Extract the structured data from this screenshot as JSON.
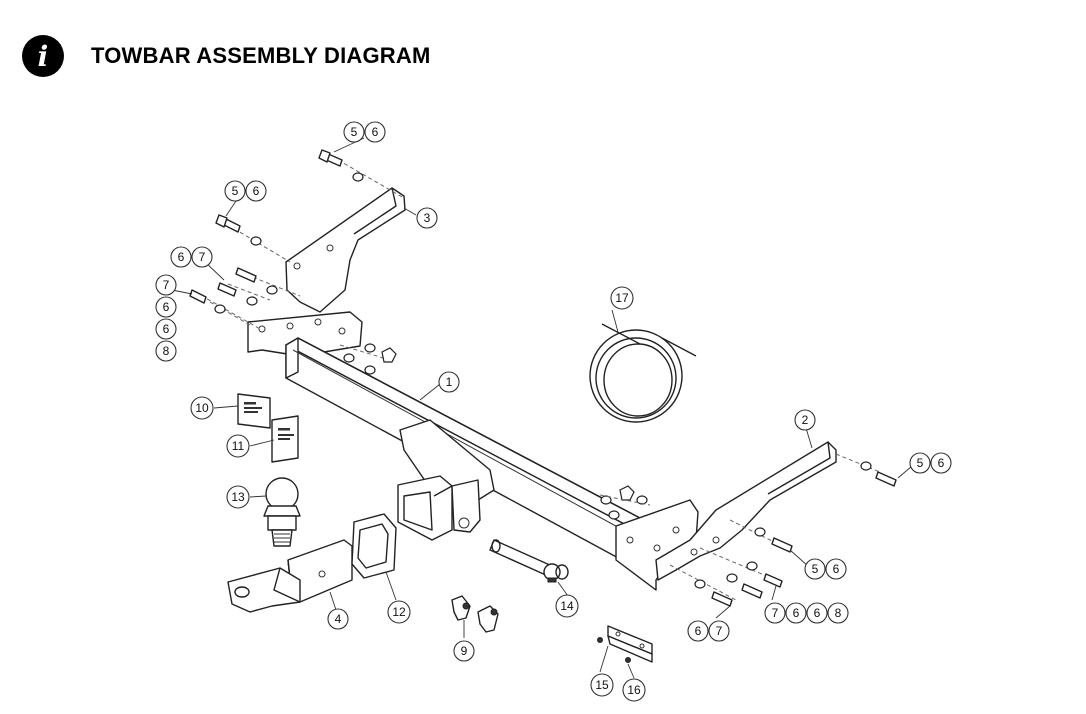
{
  "header": {
    "title": "TOWBAR ASSEMBLY DIAGRAM",
    "icon": "info-icon"
  },
  "callouts": {
    "c5a": "5",
    "c6a": "6",
    "c5b": "5",
    "c6b": "6",
    "c6c": "6",
    "c7c": "7",
    "c7d": "7",
    "c6d": "6",
    "c6e": "6",
    "c8d": "8",
    "c3": "3",
    "c17": "17",
    "c1": "1",
    "c10": "10",
    "c11": "11",
    "c13": "13",
    "c2": "2",
    "c5f": "5",
    "c6f": "6",
    "c5g": "5",
    "c6g": "6",
    "c7h": "7",
    "c6h": "6",
    "c6i": "6",
    "c8h": "8",
    "c6j": "6",
    "c7j": "7",
    "c4": "4",
    "c12": "12",
    "c14": "14",
    "c9": "9",
    "c15": "15",
    "c16": "16"
  }
}
